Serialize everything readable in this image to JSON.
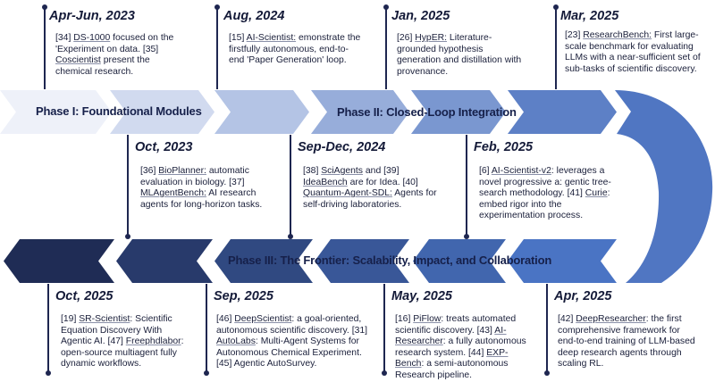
{
  "phases": {
    "phase1": "Phase I: Foundational Modules",
    "phase2": "Phase II: Closed-Loop Integration",
    "phase3": "Phase III: The Frontier: Scalability, Impact, and Collaboration"
  },
  "colors": {
    "top_start": "#eef1f9",
    "top_end": "#5d80c6",
    "bottom_start": "#1f2c55",
    "bottom_end": "#4a74c4",
    "curve": "#5076c2",
    "line": "#1e2650"
  },
  "events": [
    {
      "date": "Apr-Jun, 2023",
      "parts": [
        {
          "t": "[34] "
        },
        {
          "u": "DS-1000"
        },
        {
          "t": " focused on the 'Experiment on data. [35] "
        },
        {
          "u": "Coscientist"
        },
        {
          "t": " present the chemical research."
        }
      ]
    },
    {
      "date": "Aug, 2024",
      "parts": [
        {
          "t": "[15] "
        },
        {
          "u": "AI-Scientist:"
        },
        {
          "t": " emonstrate the firstfully autonomous, end-to-end 'Paper Generation' loop."
        }
      ]
    },
    {
      "date": "Jan, 2025",
      "parts": [
        {
          "t": "[26] "
        },
        {
          "u": "HypER:"
        },
        {
          "t": " Literature-grounded hypothesis generation and distillation with provenance."
        }
      ]
    },
    {
      "date": "Mar, 2025",
      "parts": [
        {
          "t": "[23] "
        },
        {
          "u": "ResearchBench:"
        },
        {
          "t": " First large-scale benchmark for evaluating LLMs with a near-sufficient set of sub-tasks of scientific discovery."
        }
      ]
    },
    {
      "date": "Oct, 2023",
      "parts": [
        {
          "t": "[36] "
        },
        {
          "u": "BioPlanner:"
        },
        {
          "t": " automatic evaluation in biology. [37] "
        },
        {
          "u": "MLAgentBench:"
        },
        {
          "t": " AI research agents for long-horizon tasks."
        }
      ]
    },
    {
      "date": "Sep-Dec, 2024",
      "parts": [
        {
          "t": "[38] "
        },
        {
          "u": "SciAgents"
        },
        {
          "t": " and [39] "
        },
        {
          "u": "IdeaBench"
        },
        {
          "t": " are for Idea. [40] "
        },
        {
          "u": "Quantum-Agent-SDL:"
        },
        {
          "t": " Agents for self-driving laboratories."
        }
      ]
    },
    {
      "date": "Feb, 2025",
      "parts": [
        {
          "t": "[6] "
        },
        {
          "u": "AI-Scientist-v2"
        },
        {
          "t": ": leverages a novel progressive a: gentic tree-search methodology. [41] "
        },
        {
          "u": "Curie"
        },
        {
          "t": ": embed rigor into the experimentation process."
        }
      ]
    },
    {
      "date": "Oct, 2025",
      "parts": [
        {
          "t": "[19] "
        },
        {
          "u": "SR-Scientist"
        },
        {
          "t": ": Scientific Equation Discovery With Agentic AI. [47] "
        },
        {
          "u": "Freephdlabor"
        },
        {
          "t": ": open-source multiagent fully dynamic workflows."
        }
      ]
    },
    {
      "date": "Sep, 2025",
      "parts": [
        {
          "t": "[46] "
        },
        {
          "u": "DeepScientist"
        },
        {
          "t": ": a goal-oriented, autonomous scientific discovery. [31] "
        },
        {
          "u": "AutoLabs"
        },
        {
          "t": ": Multi-Agent Systems for Autonomous Chemical Experiment. [45] Agentic AutoSurvey."
        }
      ]
    },
    {
      "date": "May, 2025",
      "parts": [
        {
          "t": "[16] "
        },
        {
          "u": "PiFlow"
        },
        {
          "t": ": treats automated scientific discovery. [43] "
        },
        {
          "u": "AI-Researcher"
        },
        {
          "t": ": a fully autonomous research system. [44] "
        },
        {
          "u": "EXP-Bench"
        },
        {
          "t": ": a semi-autonomous Research pipeline."
        }
      ]
    },
    {
      "date": "Apr, 2025",
      "parts": [
        {
          "t": "[42] "
        },
        {
          "u": "DeepResearcher"
        },
        {
          "t": ": the first comprehensive framework for end-to-end training of LLM-based deep research agents through scaling RL."
        }
      ]
    }
  ]
}
